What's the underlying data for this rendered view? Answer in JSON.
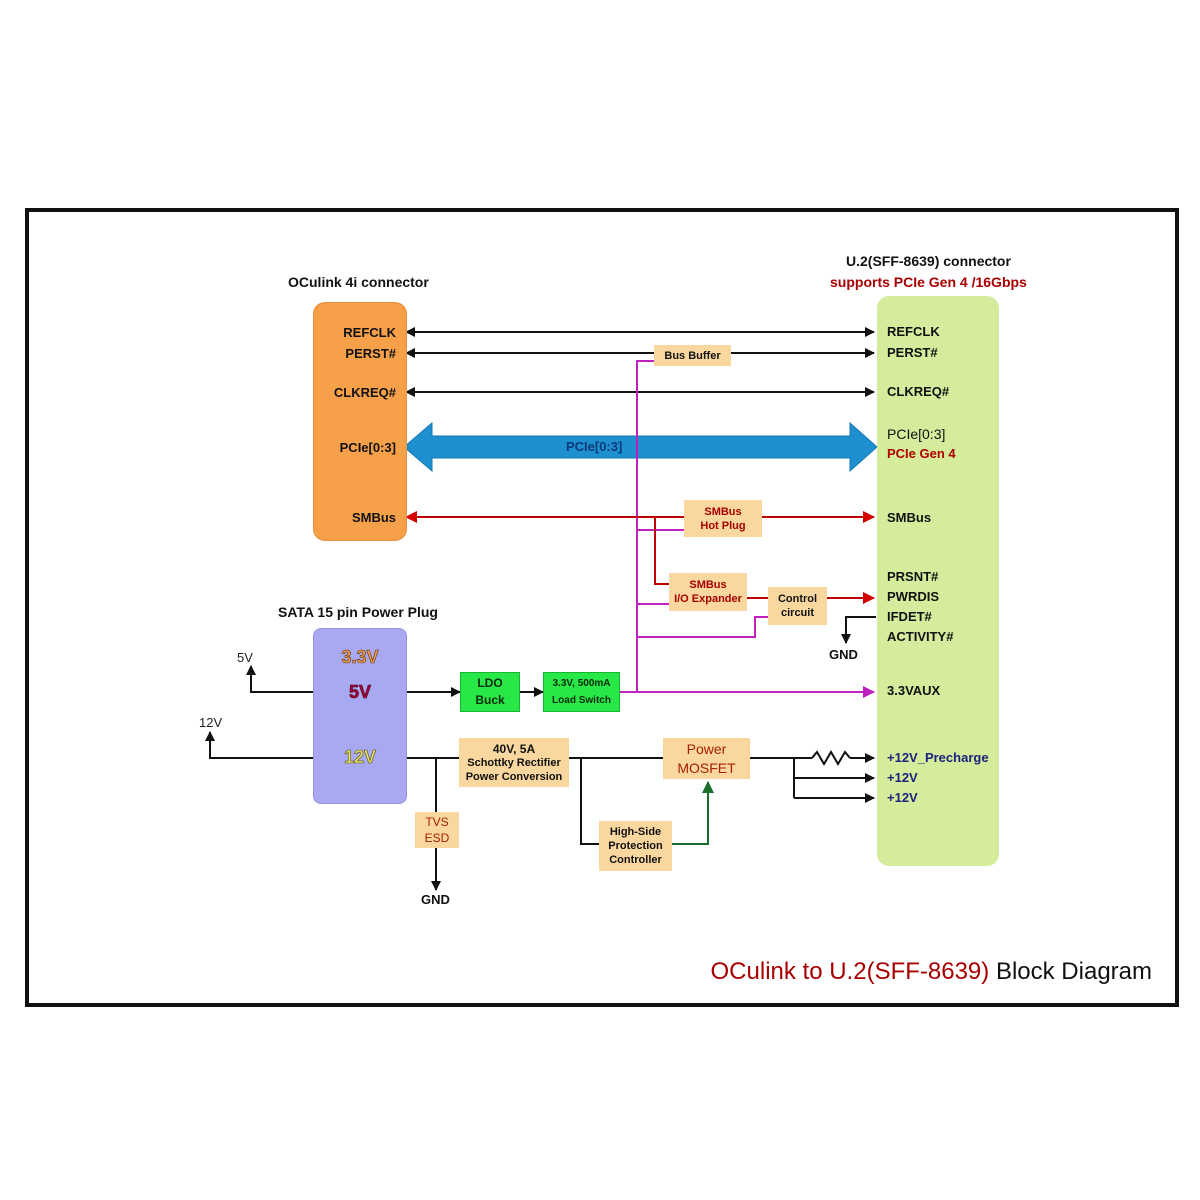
{
  "diagram": {
    "title_red": "OCulink to U.2(SFF-8639)",
    "title_black": "Block Diagram",
    "colors": {
      "oculink_connector": "#f7a04a",
      "u2_connector": "#d4ec9c",
      "sata_plug": "#a9a9f2",
      "functional_block": "#f9d79e",
      "power_block": "#27e846",
      "pcie_arrow": "#1e8fcf",
      "smbus_line": "#c00000",
      "aux_bus_line": "#c020c0",
      "control_arrow": "#1a6e2a",
      "accent_red": "#a80000"
    },
    "oculink": {
      "title": "OCulink 4i connector",
      "pins": [
        "REFCLK",
        "PERST#",
        "CLKREQ#",
        "PCIe[0:3]",
        "SMBus"
      ]
    },
    "u2": {
      "title": "U.2(SFF-8639) connector",
      "subtitle": "supports PCIe Gen 4 /16Gbps",
      "pins": {
        "refclk": "REFCLK",
        "perst": "PERST#",
        "clkreq": "CLKREQ#",
        "pcie": "PCIe[0:3]",
        "pcie_gen": "PCIe Gen 4",
        "smbus": "SMBus",
        "prsnt": "PRSNT#",
        "pwrdis": "PWRDIS",
        "ifdet": "IFDET#",
        "activity": "ACTIVITY#",
        "vaux": "3.3VAUX",
        "precharge": "+12V_Precharge",
        "v12a": "+12V",
        "v12b": "+12V"
      }
    },
    "pcie_arrow_label": "PCIe[0:3]",
    "sata": {
      "title": "SATA 15 pin Power Plug",
      "rails": [
        "3.3V",
        "5V",
        "12V"
      ],
      "out_5v": "5V",
      "out_12v": "12V"
    },
    "blocks": {
      "bus_buffer": [
        "Bus Buffer"
      ],
      "smbus_hot_plug": [
        "SMBus",
        "Hot Plug"
      ],
      "smbus_io_expander": [
        "SMBus",
        "I/O Expander"
      ],
      "control_circuit": [
        "Control",
        "circuit"
      ],
      "ldo_buck": [
        "LDO",
        "Buck"
      ],
      "load_switch": [
        "3.3V, 500mA",
        "Load Switch"
      ],
      "schottky": [
        "40V, 5A",
        "Schottky Rectifier",
        "Power Conversion"
      ],
      "power_mosfet": [
        "Power",
        "MOSFET"
      ],
      "tvs_esd": [
        "TVS",
        "ESD"
      ],
      "high_side": [
        "High-Side",
        "Protection",
        "Controller"
      ]
    },
    "gnd_labels": [
      "GND",
      "GND"
    ]
  }
}
